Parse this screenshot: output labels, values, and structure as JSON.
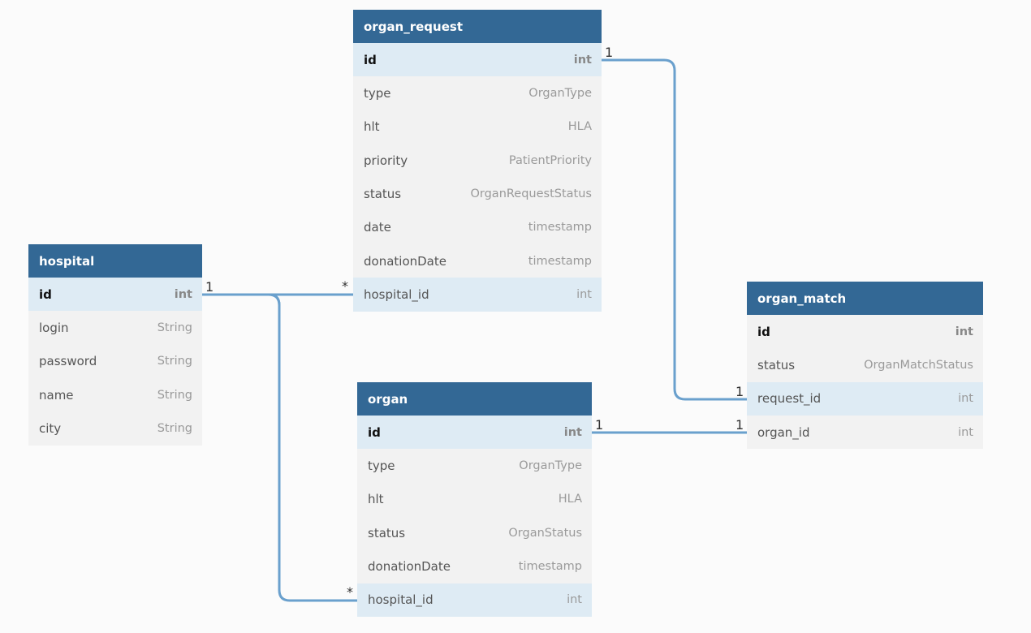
{
  "theme": {
    "header_color": "#336895",
    "key_row_color": "#deebf4",
    "row_color": "#f2f2f2",
    "connector_color": "#6aa0cd"
  },
  "entities": {
    "organ_request": {
      "name": "organ_request",
      "fields": [
        {
          "name": "id",
          "type": "int"
        },
        {
          "name": "type",
          "type": "OrganType"
        },
        {
          "name": "hlt",
          "type": "HLA"
        },
        {
          "name": "priority",
          "type": "PatientPriority"
        },
        {
          "name": "status",
          "type": "OrganRequestStatus"
        },
        {
          "name": "date",
          "type": "timestamp"
        },
        {
          "name": "donationDate",
          "type": "timestamp"
        },
        {
          "name": "hospital_id",
          "type": "int"
        }
      ]
    },
    "hospital": {
      "name": "hospital",
      "fields": [
        {
          "name": "id",
          "type": "int"
        },
        {
          "name": "login",
          "type": "String"
        },
        {
          "name": "password",
          "type": "String"
        },
        {
          "name": "name",
          "type": "String"
        },
        {
          "name": "city",
          "type": "String"
        }
      ]
    },
    "organ": {
      "name": "organ",
      "fields": [
        {
          "name": "id",
          "type": "int"
        },
        {
          "name": "type",
          "type": "OrganType"
        },
        {
          "name": "hlt",
          "type": "HLA"
        },
        {
          "name": "status",
          "type": "OrganStatus"
        },
        {
          "name": "donationDate",
          "type": "timestamp"
        },
        {
          "name": "hospital_id",
          "type": "int"
        }
      ]
    },
    "organ_match": {
      "name": "organ_match",
      "fields": [
        {
          "name": "id",
          "type": "int"
        },
        {
          "name": "status",
          "type": "OrganMatchStatus"
        },
        {
          "name": "request_id",
          "type": "int"
        },
        {
          "name": "organ_id",
          "type": "int"
        }
      ]
    }
  },
  "relationships": [
    {
      "from": "hospital.id",
      "to": "organ_request.hospital_id",
      "from_card": "1",
      "to_card": "*"
    },
    {
      "from": "hospital.id",
      "to": "organ.hospital_id",
      "from_card": "1",
      "to_card": "*"
    },
    {
      "from": "organ_request.id",
      "to": "organ_match.request_id",
      "from_card": "1",
      "to_card": "1"
    },
    {
      "from": "organ.id",
      "to": "organ_match.organ_id",
      "from_card": "1",
      "to_card": "1"
    }
  ]
}
